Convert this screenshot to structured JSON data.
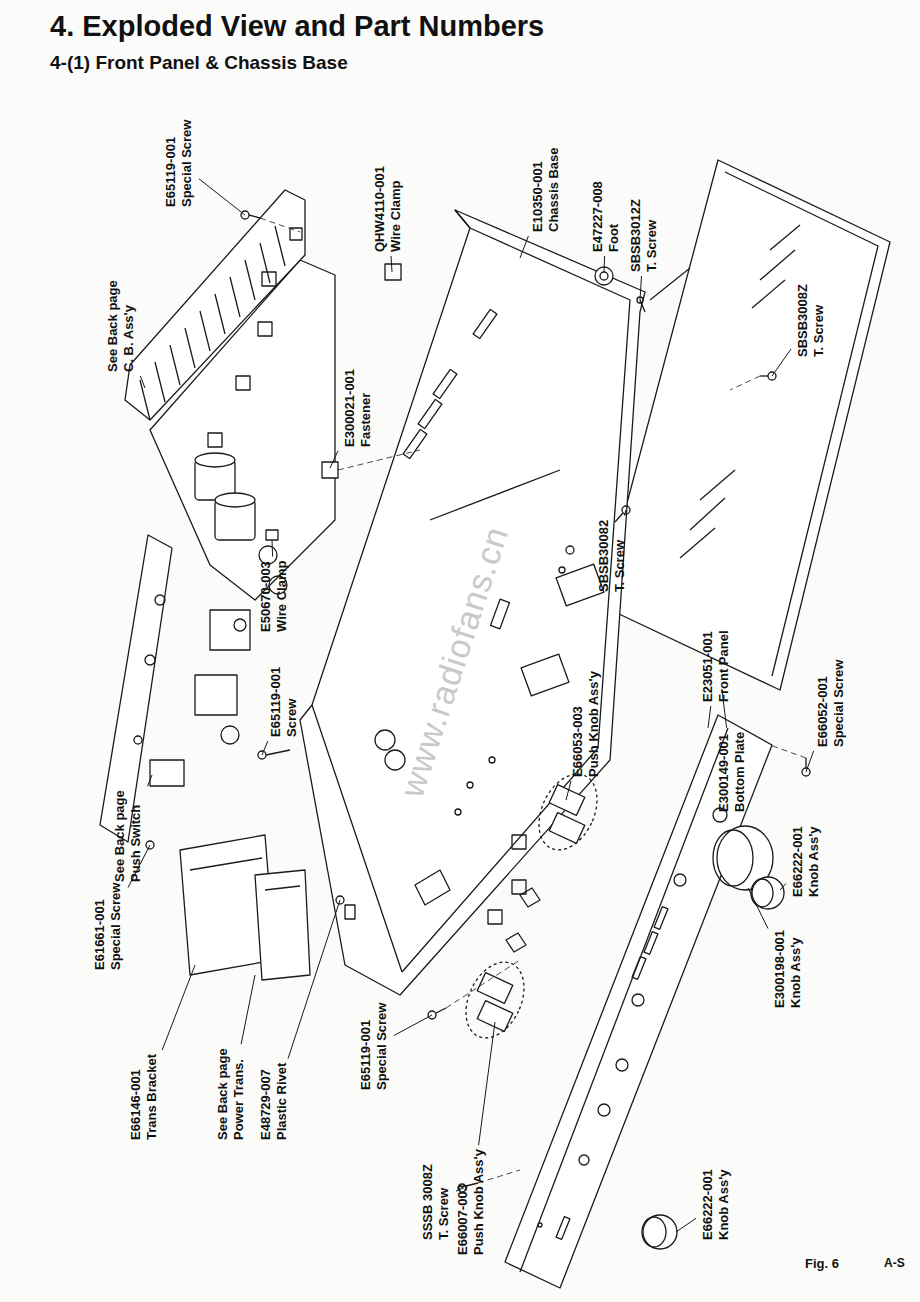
{
  "diagram": {
    "title": "4. Exploded View and Part Numbers",
    "caption": "Fig. 6",
    "labels": [
      "4-(1) Front Panel & Chassis Base",
      "E65119-001",
      "Special Screw",
      "See Back page",
      "C. B. Ass'y",
      "QHW4110-001",
      "Wire Clamp",
      "E10350-001",
      "Chassis Base",
      "E47227-008",
      "Foot",
      "SBSB3012Z",
      "T. Screw",
      "SBSB3008Z",
      "T. Screw",
      "E300021-001",
      "Fastener",
      "E300149-001",
      "Bottom Plate",
      "E50670-003",
      "Wire Clamp",
      "SBSB30082",
      "T. Screw",
      "E65119-001",
      "Screw",
      "E23051-001",
      "Front Panel",
      "E66053-003",
      "Push Knob Ass'y",
      "E66052-001",
      "Special Screw",
      "See Back page",
      "Push Switch",
      "E61661-001",
      "Special Screw",
      "E66146-001",
      "Trans Bracket",
      "See Back page",
      "Power Trans.",
      "E48729-007",
      "Plastic Rivet",
      "E65119-001",
      "Special Screw",
      "SSSB 3008Z",
      "T. Screw",
      "E66007-003",
      "Push Knob Ass'y",
      "E66222-001",
      "Knob Ass'y",
      "E300198-001",
      "Knob Ass'y",
      "E66222-001",
      "Knob Ass'y",
      "A-S",
      "www.radiofans.cn"
    ]
  }
}
